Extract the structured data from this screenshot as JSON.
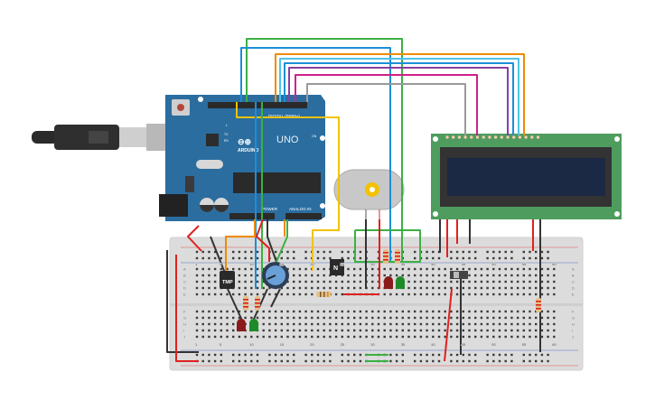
{
  "arduino": {
    "brand": "ARDUINO",
    "model": "UNO",
    "digital_label": "DIGITAL (PWM~)",
    "power_label": "POWER",
    "analog_label": "ANALOG IN",
    "on_label": "ON",
    "led_labels": [
      "L",
      "TX",
      "RX"
    ],
    "color": "#2b6d9f"
  },
  "lcd": {
    "board_color": "#4e9d5f",
    "bezel_color": "#333333",
    "screen_color": "#1c2945"
  },
  "components": {
    "temp_sensor_label": "TMP",
    "transistor_label": "N"
  },
  "breadboard": {
    "column_labels": [
      "1",
      "5",
      "10",
      "15",
      "20",
      "25",
      "30",
      "35",
      "40",
      "45",
      "50",
      "55",
      "60"
    ],
    "row_labels_top": [
      "A",
      "B",
      "C",
      "D",
      "E"
    ],
    "row_labels_bottom": [
      "F",
      "G",
      "H",
      "I",
      "J"
    ]
  },
  "wire_colors": {
    "red": "#e02020",
    "black": "#333333",
    "green": "#3cb043",
    "blue": "#1b8fd6",
    "light_blue": "#4fc3e8",
    "orange": "#f08a00",
    "purple": "#8a3fa0",
    "magenta": "#d0208a",
    "gray": "#9a9a9a",
    "yellow": "#f2c200"
  }
}
